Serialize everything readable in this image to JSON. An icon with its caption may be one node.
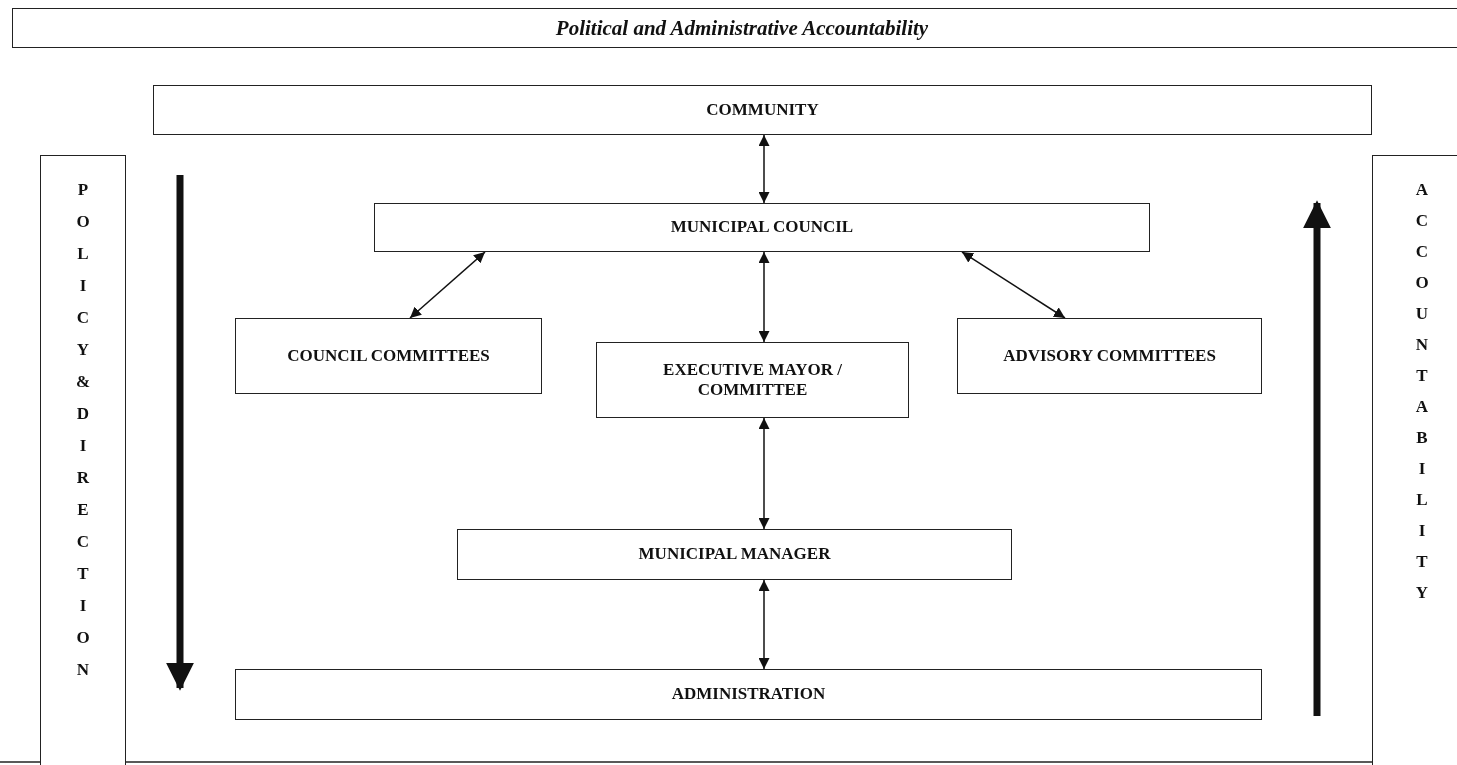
{
  "diagram": {
    "title": "Political and Administrative Accountability",
    "nodes": [
      {
        "text": [
          "COMMUNITY"
        ]
      },
      {
        "text": [
          "POLICY & DIRECTION"
        ]
      },
      {
        "text": [
          "MUNICIPAL COUNCIL"
        ]
      },
      {
        "text": [
          "ACCOUNTABILITY"
        ]
      },
      {
        "text": [
          "COUNCIL COMMITTEES"
        ]
      },
      {
        "text": [
          "EXECUTIVE MAYOR / COMMITTEE"
        ]
      },
      {
        "text": [
          "ADVISORY COMMITTEES"
        ]
      },
      {
        "text": [
          "MUNICIPAL MANAGER"
        ]
      },
      {
        "text": [
          "ADMINISTRATION"
        ]
      }
    ],
    "edges": [
      {
        "from": 0,
        "to": 2,
        "arrow": "both"
      },
      {
        "from": 2,
        "to": 4,
        "arrow": "both"
      },
      {
        "from": 2,
        "to": 5,
        "arrow": "both"
      },
      {
        "from": 2,
        "to": 6,
        "arrow": "both"
      },
      {
        "from": 5,
        "to": 7,
        "arrow": "both"
      },
      {
        "from": 7,
        "to": 8,
        "arrow": "both"
      }
    ]
  }
}
